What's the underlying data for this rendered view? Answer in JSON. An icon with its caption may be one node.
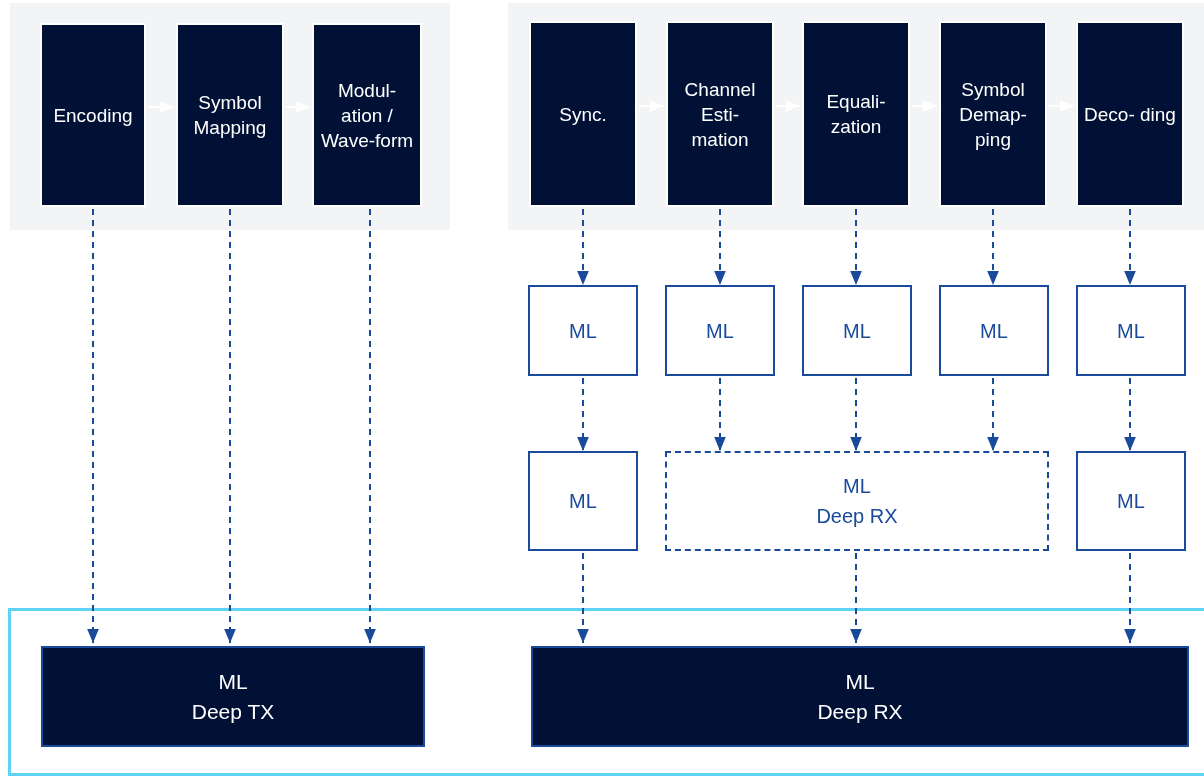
{
  "diagram": {
    "nodes": [
      {
        "text": [],
        "shape": "box"
      },
      {
        "text": [
          "Encoding"
        ],
        "in": 0
      },
      {
        "text": [
          "Symbol Mapping"
        ],
        "in": 0
      },
      {
        "text": [
          "Modul- ation / Wave-form"
        ],
        "in": 0
      },
      {
        "text": [],
        "shape": "box"
      },
      {
        "text": [
          "Sync."
        ],
        "in": 4
      },
      {
        "text": [
          "Channel Esti- mation"
        ],
        "in": 4
      },
      {
        "text": [
          "Equali- zation"
        ],
        "in": 4
      },
      {
        "text": [
          "Symbol Demap- ping"
        ],
        "in": 4
      },
      {
        "text": [
          "Deco- ding"
        ],
        "in": 4
      },
      {
        "text": [
          "ML"
        ]
      },
      {
        "text": [
          "ML"
        ]
      },
      {
        "text": [
          "ML"
        ]
      },
      {
        "text": [
          "ML"
        ]
      },
      {
        "text": [
          "ML"
        ]
      },
      {
        "text": [
          "ML"
        ]
      },
      {
        "text": [
          "ML",
          "Deep RX"
        ]
      },
      {
        "text": [
          "ML"
        ]
      },
      {
        "text": [],
        "shape": "box"
      },
      {
        "text": [
          "ML",
          "Deep TX"
        ],
        "in": 18
      },
      {
        "text": [
          "ML",
          "Deep RX"
        ],
        "in": 18
      }
    ],
    "edges": [
      {
        "from": 1,
        "to": 2,
        "arrow": "to",
        "color": "#ffffff"
      },
      {
        "from": 2,
        "to": 3,
        "arrow": "to",
        "color": "#ffffff"
      },
      {
        "from": 5,
        "to": 6,
        "arrow": "to",
        "color": "#ffffff"
      },
      {
        "from": 6,
        "to": 7,
        "arrow": "to",
        "color": "#ffffff"
      },
      {
        "from": 7,
        "to": 8,
        "arrow": "to",
        "color": "#ffffff"
      },
      {
        "from": 8,
        "to": 9,
        "arrow": "to",
        "color": "#ffffff"
      },
      {
        "from": 1,
        "to": 19,
        "arrow": "to",
        "style": "dashed"
      },
      {
        "from": 2,
        "to": 19,
        "arrow": "to",
        "style": "dashed"
      },
      {
        "from": 3,
        "to": 19,
        "arrow": "to",
        "style": "dashed"
      },
      {
        "from": 5,
        "to": 10,
        "arrow": "to",
        "style": "dashed"
      },
      {
        "from": 6,
        "to": 11,
        "arrow": "to",
        "style": "dashed"
      },
      {
        "from": 7,
        "to": 12,
        "arrow": "to",
        "style": "dashed"
      },
      {
        "from": 8,
        "to": 13,
        "arrow": "to",
        "style": "dashed"
      },
      {
        "from": 9,
        "to": 14,
        "arrow": "to",
        "style": "dashed"
      },
      {
        "from": 10,
        "to": 15,
        "arrow": "to",
        "style": "dashed"
      },
      {
        "from": 11,
        "to": 16,
        "arrow": "to",
        "style": "dashed"
      },
      {
        "from": 12,
        "to": 16,
        "arrow": "to",
        "style": "dashed"
      },
      {
        "from": 13,
        "to": 16,
        "arrow": "to",
        "style": "dashed"
      },
      {
        "from": 14,
        "to": 17,
        "arrow": "to",
        "style": "dashed"
      },
      {
        "from": 15,
        "to": 20,
        "arrow": "to",
        "style": "dashed"
      },
      {
        "from": 16,
        "to": 20,
        "arrow": "to",
        "style": "dashed"
      },
      {
        "from": 17,
        "to": 20,
        "arrow": "to",
        "style": "dashed"
      }
    ]
  }
}
